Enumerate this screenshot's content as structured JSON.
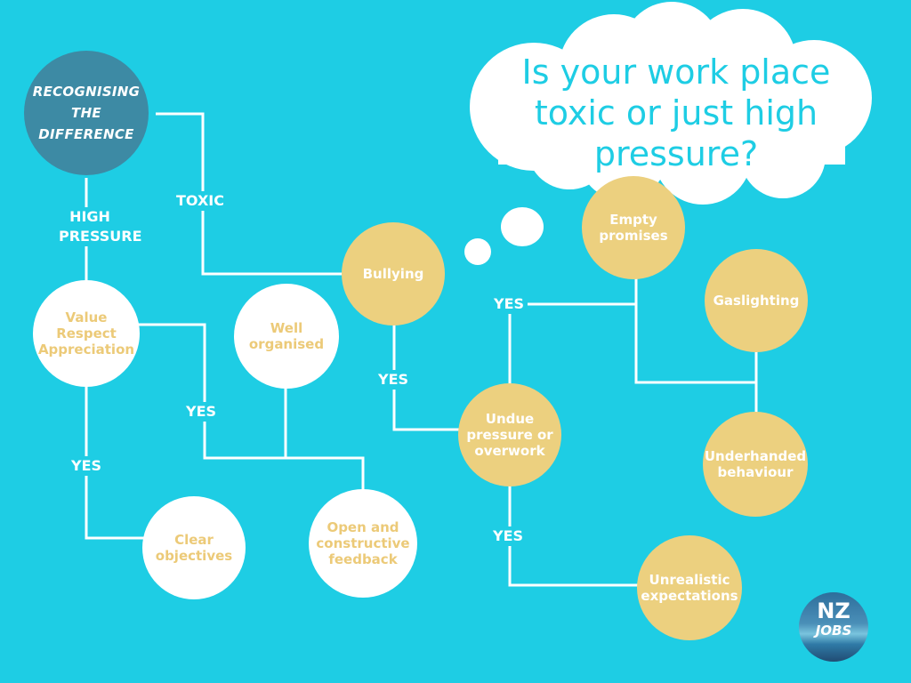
{
  "title": "Is your work place toxic or just high pressure?",
  "colors": {
    "background": "#1ecde4",
    "dark_node": "#3d8aa4",
    "yellow_node": "#ecd07f",
    "white_node": "#ffffff",
    "white_node_text": "#ecca78"
  },
  "root": "RECOGNISING THE DIFFERENCE",
  "branches": {
    "high_pressure": "HIGH PRESSURE",
    "toxic": "TOXIC"
  },
  "high_pressure_nodes": {
    "value_respect": "Value Respect Appreciation",
    "well_organised": "Well organised",
    "clear_objectives": "Clear objectives",
    "open_feedback": "Open and constructive feedback"
  },
  "toxic_nodes": {
    "bullying": "Bullying",
    "undue_pressure": "Undue pressure or overwork",
    "unrealistic": "Unrealistic expectations",
    "empty_promises": "Empty promises",
    "gaslighting": "Gaslighting",
    "underhanded": "Underhanded behaviour"
  },
  "yes_label": "YES",
  "logo": {
    "line1": "NZ",
    "line2": "JOBS"
  }
}
